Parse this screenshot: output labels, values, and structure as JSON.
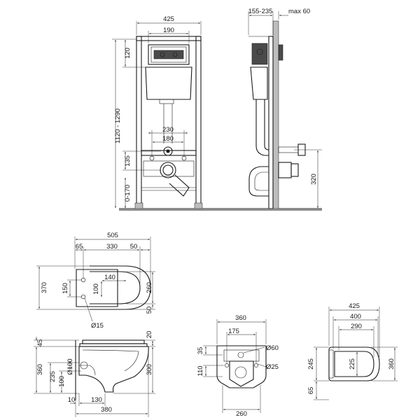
{
  "front_view": {
    "width_total": "425",
    "plate_width": "190",
    "top_height": "120",
    "height_range": "1120 - 1290",
    "hole_spacing_outer": "230",
    "hole_spacing_inner": "180",
    "drain_height": "135",
    "foot_range": "0-170"
  },
  "side_view": {
    "depth_range": "155-235",
    "max_depth": "max 60",
    "pipe_height": "320"
  },
  "bowl_top": {
    "length_total": "505",
    "rear_offset": "65",
    "hole_to_front": "330",
    "front_margin": "50",
    "width_total": "370",
    "hole_spacing": "150",
    "inner_length": "140",
    "inner_width": "100",
    "seat_width": "260",
    "front_gap": "50",
    "hole_diameter": "Ø15"
  },
  "bowl_side": {
    "top_45": "45",
    "top_20": "20",
    "height_total": "360",
    "outlet_height": "235",
    "pipe_diameter": "Ø100",
    "pipe_low": "100",
    "rim_height": "300",
    "wall_gap": "10",
    "outlet_depth": "130",
    "length_total": "380"
  },
  "bowl_rear": {
    "width_top": "360",
    "bolt_spacing": "175",
    "drain_diameter": "Ø60",
    "inlet_diameter": "Ø25",
    "bolt_height": "35",
    "side_height": "110",
    "width_bottom": "260"
  },
  "seat_top": {
    "width_outer": "425",
    "width_mid": "400",
    "width_inner": "290",
    "height_left": "245",
    "inner_height": "225",
    "height_right": "360",
    "bottom_gap": "65"
  }
}
